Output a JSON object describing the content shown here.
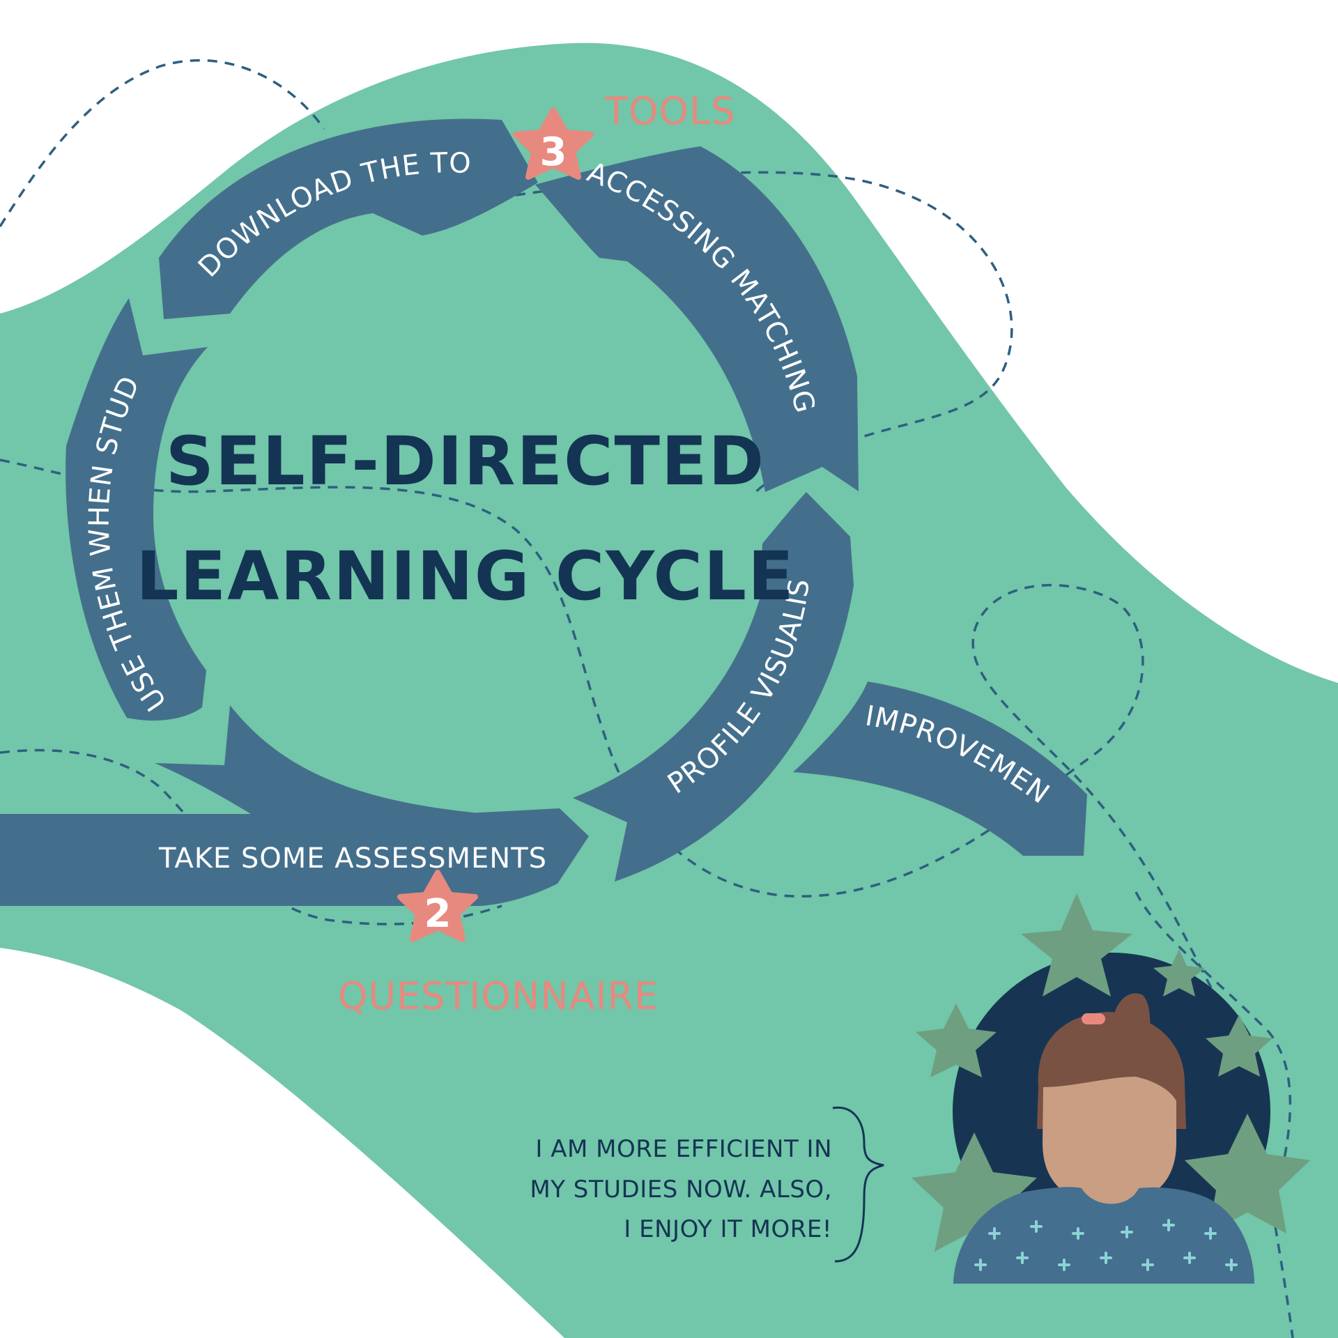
{
  "diagram": {
    "title_line1": "SELF-DIRECTED",
    "title_line2": "LEARNING CYCLE",
    "steps": [
      {
        "id": "download",
        "label": "DOWNLOAD THE TOOLS"
      },
      {
        "id": "accessing",
        "label": "ACCESSING MATCHING TOOLS"
      },
      {
        "id": "profile",
        "label": "PROFILE VISUALISATION"
      },
      {
        "id": "assessments",
        "label": "TAKE SOME ASSESSMENTS"
      },
      {
        "id": "use",
        "label": "USE THEM WHEN STUDYING"
      }
    ],
    "improvement_label": "IMPROVEMENT",
    "markers": [
      {
        "number": "3",
        "caption": "TOOLS"
      },
      {
        "number": "2",
        "caption": "QUESTIONNAIRE"
      }
    ],
    "testimonial": {
      "line1": "I AM MORE EFFICIENT IN",
      "line2": "MY STUDIES NOW. ALSO,",
      "line3": "I ENJOY IT MORE!"
    },
    "colors": {
      "background": "#ffffff",
      "blob": "#72c6a9",
      "arrow": "#446f8c",
      "title": "#143454",
      "accent": "#e8897f",
      "dashed_path": "#2e5f80",
      "avatar_circle": "#173553",
      "stars": "#6e9f80"
    }
  }
}
